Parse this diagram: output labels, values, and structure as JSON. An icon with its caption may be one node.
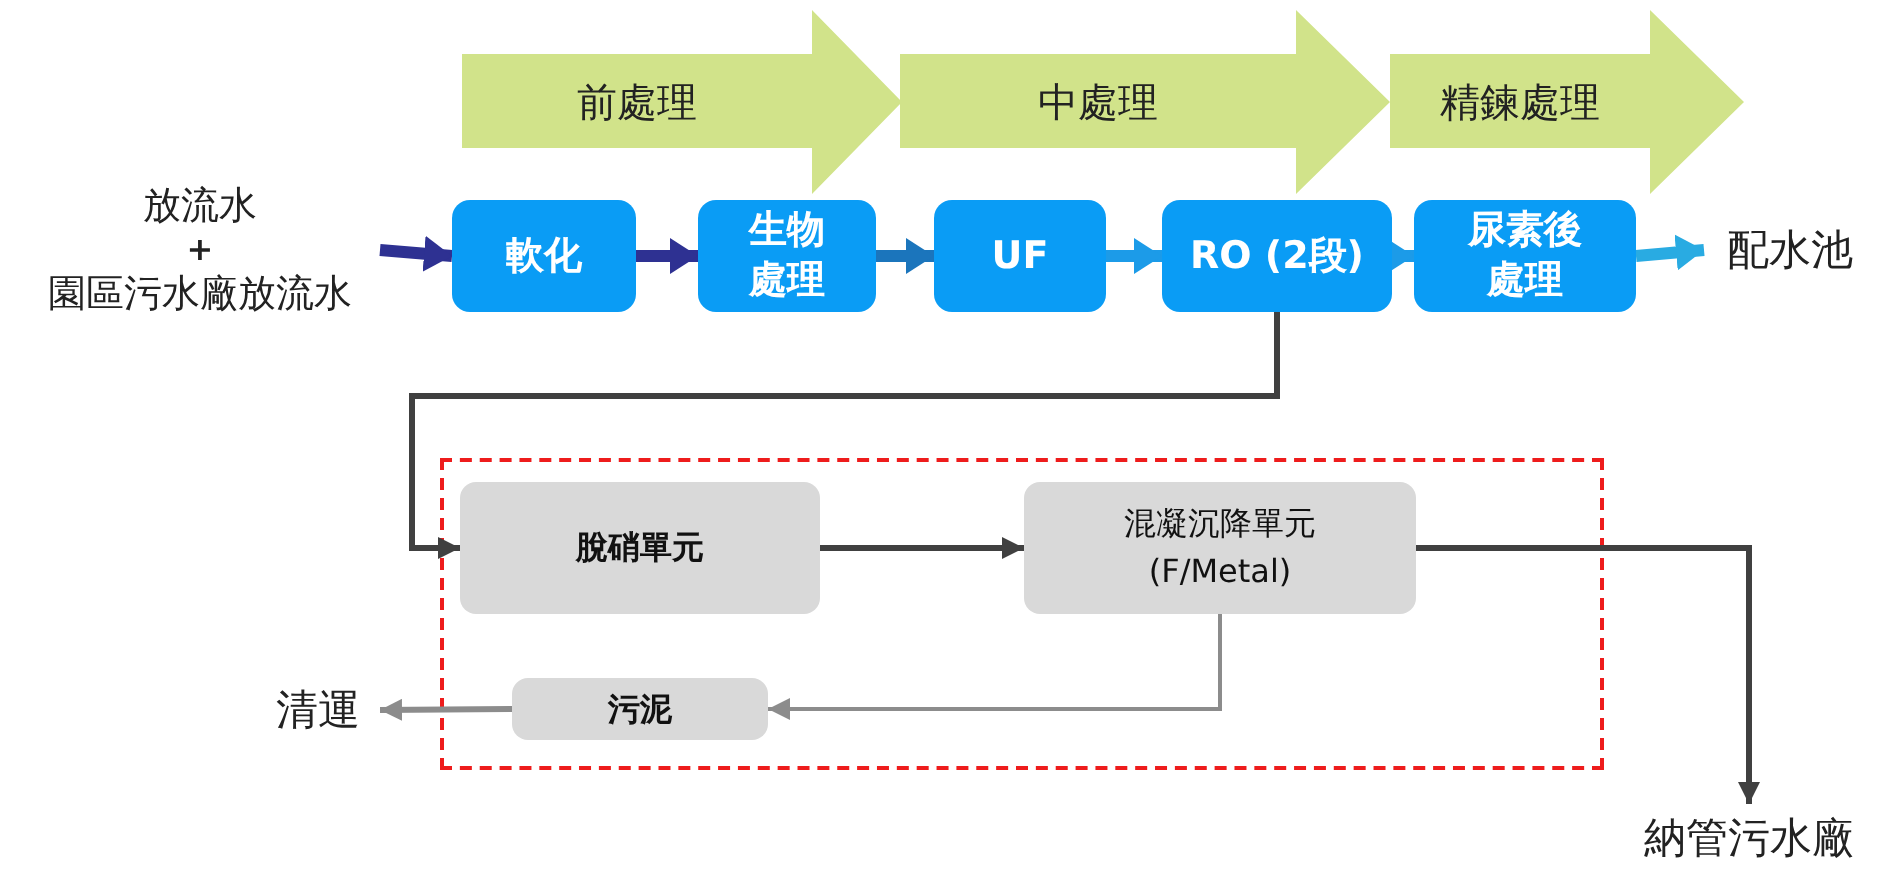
{
  "diagram": {
    "nodes": [
      {
        "text": [
          "前處理"
        ]
      },
      {
        "text": [
          "中處理"
        ]
      },
      {
        "text": [
          "精鍊處理"
        ]
      },
      {
        "text": [
          "放流水",
          "+",
          "園區污水廠放流水"
        ]
      },
      {
        "text": [
          "軟化"
        ]
      },
      {
        "text": [
          "生物處理"
        ]
      },
      {
        "text": [
          "UF"
        ]
      },
      {
        "text": [
          "RO (2段)"
        ]
      },
      {
        "text": [
          "尿素後處理"
        ]
      },
      {
        "text": [
          "配水池"
        ]
      },
      {
        "text": [],
        "shape": "box"
      },
      {
        "text": [
          "脫硝單元"
        ],
        "in": 10
      },
      {
        "text": [
          "混凝沉降單元 (F/Metal)"
        ],
        "in": 10
      },
      {
        "text": [
          "污泥"
        ],
        "in": 10
      },
      {
        "text": [
          "清運"
        ]
      },
      {
        "text": [
          "納管污水廠"
        ]
      }
    ],
    "edges": [
      {
        "from": 3,
        "to": 4,
        "arrow": "to",
        "color": "#2e3192"
      },
      {
        "from": 4,
        "to": 5,
        "arrow": "to",
        "color": "#2e3192"
      },
      {
        "from": 5,
        "to": 6,
        "arrow": "to",
        "color": "#1b75bc"
      },
      {
        "from": 6,
        "to": 7,
        "arrow": "to",
        "color": "#1c9be8"
      },
      {
        "from": 7,
        "to": 8,
        "arrow": "to",
        "color": "#1c9be8"
      },
      {
        "from": 8,
        "to": 9,
        "arrow": "to",
        "color": "#29abe2"
      },
      {
        "from": 7,
        "to": 11,
        "arrow": "to"
      },
      {
        "from": 11,
        "to": 12,
        "arrow": "to"
      },
      {
        "from": 12,
        "to": 15,
        "arrow": "to"
      },
      {
        "from": 12,
        "to": 13,
        "arrow": "to",
        "color": "#8c8c8c"
      },
      {
        "from": 13,
        "to": 14,
        "arrow": "to",
        "color": "#8c8c8c"
      }
    ]
  }
}
